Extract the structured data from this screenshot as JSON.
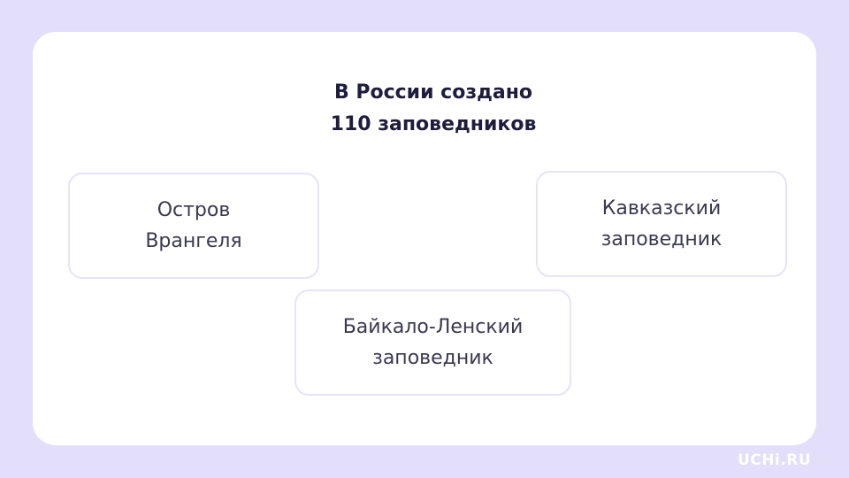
{
  "title": {
    "line1": "В России создано",
    "line2": "110 заповедников"
  },
  "reserves": [
    {
      "line1": "Остров",
      "line2": "Врангеля"
    },
    {
      "line1": "Кавказский",
      "line2": "заповедник"
    },
    {
      "line1": "Байкало-Ленский",
      "line2": "заповедник"
    }
  ],
  "logo": "UCHi.RU",
  "colors": {
    "background": "#e3defa",
    "card": "#ffffff",
    "box_border": "#e6e3fa",
    "title_text": "#1f1d3d",
    "box_text": "#3a3950"
  }
}
